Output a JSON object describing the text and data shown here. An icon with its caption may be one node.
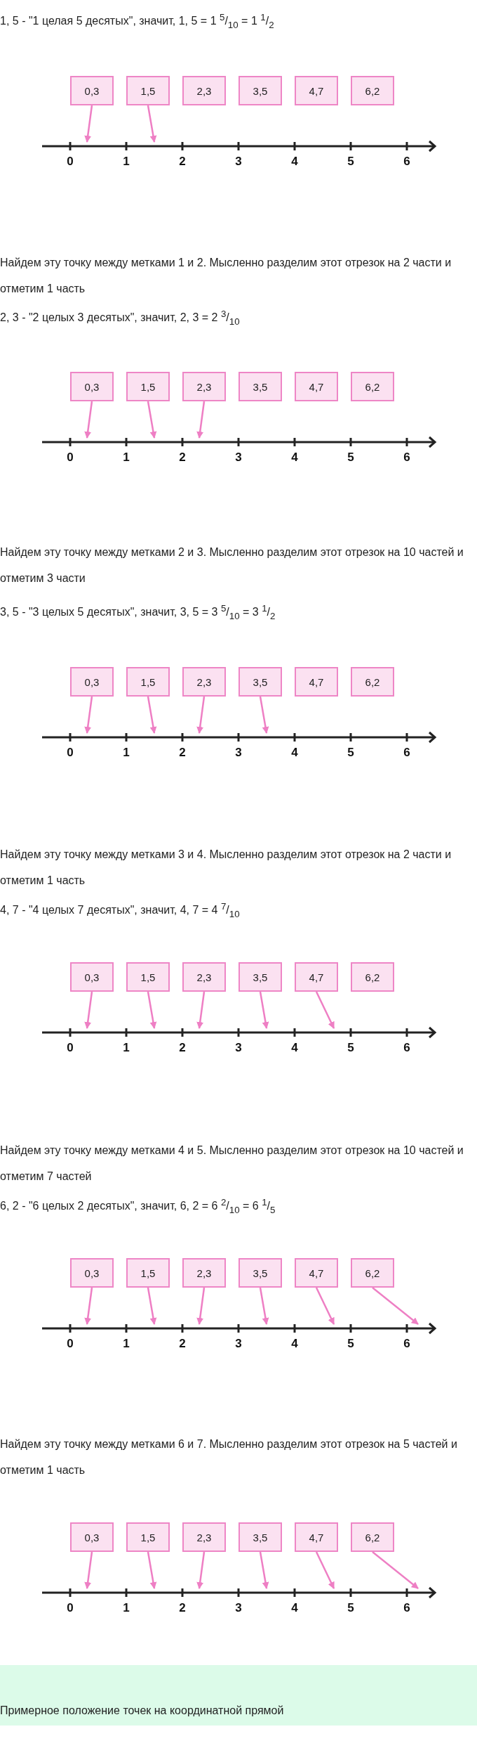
{
  "diagram": {
    "nodes": [
      {
        "text": [
          "0,3"
        ]
      },
      {
        "text": [
          "1,5"
        ]
      },
      {
        "text": [
          "2,3"
        ]
      },
      {
        "text": [
          "3,5"
        ]
      },
      {
        "text": [
          "4,7"
        ]
      },
      {
        "text": [
          "6,2"
        ]
      },
      {
        "text": [],
        "shape": "line",
        "beside": [
          "0",
          "1",
          "2",
          "3",
          "4",
          "5",
          "6"
        ]
      },
      {
        "text": [
          "0,3"
        ]
      },
      {
        "text": [
          "1,5"
        ]
      },
      {
        "text": [
          "2,3"
        ]
      },
      {
        "text": [
          "3,5"
        ]
      },
      {
        "text": [
          "4,7"
        ]
      },
      {
        "text": [
          "6,2"
        ]
      },
      {
        "text": [],
        "shape": "line",
        "beside": [
          "0",
          "1",
          "2",
          "3",
          "4",
          "5",
          "6"
        ]
      },
      {
        "text": [
          "0,3"
        ]
      },
      {
        "text": [
          "1,5"
        ]
      },
      {
        "text": [
          "2,3"
        ]
      },
      {
        "text": [
          "3,5"
        ]
      },
      {
        "text": [
          "4,7"
        ]
      },
      {
        "text": [
          "6,2"
        ]
      },
      {
        "text": [],
        "shape": "line",
        "beside": [
          "0",
          "1",
          "2",
          "3",
          "4",
          "5",
          "6"
        ]
      },
      {
        "text": [
          "0,3"
        ]
      },
      {
        "text": [
          "1,5"
        ]
      },
      {
        "text": [
          "2,3"
        ]
      },
      {
        "text": [
          "3,5"
        ]
      },
      {
        "text": [
          "4,7"
        ]
      },
      {
        "text": [
          "6,2"
        ]
      },
      {
        "text": [],
        "shape": "line",
        "beside": [
          "0",
          "1",
          "2",
          "3",
          "4",
          "5",
          "6"
        ]
      },
      {
        "text": [
          "0,3"
        ]
      },
      {
        "text": [
          "1,5"
        ]
      },
      {
        "text": [
          "2,3"
        ]
      },
      {
        "text": [
          "3,5"
        ]
      },
      {
        "text": [
          "4,7"
        ]
      },
      {
        "text": [
          "6,2"
        ]
      },
      {
        "text": [],
        "shape": "line",
        "beside": [
          "0",
          "1",
          "2",
          "3",
          "4",
          "5",
          "6"
        ]
      },
      {
        "text": [
          "0,3"
        ]
      },
      {
        "text": [
          "1,5"
        ]
      },
      {
        "text": [
          "2,3"
        ]
      },
      {
        "text": [
          "3,5"
        ]
      },
      {
        "text": [
          "4,7"
        ]
      },
      {
        "text": [
          "6,2"
        ]
      },
      {
        "text": [],
        "shape": "line",
        "beside": [
          "0",
          "1",
          "2",
          "3",
          "4",
          "5",
          "6"
        ]
      },
      {
        "text": [
          "Примерное положение точек на координатной прямой"
        ]
      }
    ],
    "edges": [
      {
        "from": 0,
        "to": 6,
        "arrow": "to"
      },
      {
        "from": 1,
        "to": 6,
        "arrow": "to"
      },
      {
        "from": 7,
        "to": 13,
        "arrow": "to"
      },
      {
        "from": 8,
        "to": 13,
        "arrow": "to"
      },
      {
        "from": 9,
        "to": 13,
        "arrow": "to"
      },
      {
        "from": 14,
        "to": 20,
        "arrow": "to"
      },
      {
        "from": 15,
        "to": 20,
        "arrow": "to"
      },
      {
        "from": 16,
        "to": 20,
        "arrow": "to"
      },
      {
        "from": 17,
        "to": 20,
        "arrow": "to"
      },
      {
        "from": 21,
        "to": 27,
        "arrow": "to"
      },
      {
        "from": 22,
        "to": 27,
        "arrow": "to"
      },
      {
        "from": 23,
        "to": 27,
        "arrow": "to"
      },
      {
        "from": 24,
        "to": 27,
        "arrow": "to"
      },
      {
        "from": 25,
        "to": 27,
        "arrow": "to"
      },
      {
        "from": 28,
        "to": 34,
        "arrow": "to"
      },
      {
        "from": 29,
        "to": 34,
        "arrow": "to"
      },
      {
        "from": 30,
        "to": 34,
        "arrow": "to"
      },
      {
        "from": 31,
        "to": 34,
        "arrow": "to"
      },
      {
        "from": 32,
        "to": 34,
        "arrow": "to"
      },
      {
        "from": 33,
        "to": 34,
        "arrow": "to"
      },
      {
        "from": 35,
        "to": 41,
        "arrow": "to"
      },
      {
        "from": 36,
        "to": 41,
        "arrow": "to"
      },
      {
        "from": 37,
        "to": 41,
        "arrow": "to"
      },
      {
        "from": 38,
        "to": 41,
        "arrow": "to"
      },
      {
        "from": 39,
        "to": 41,
        "arrow": "to"
      },
      {
        "from": 40,
        "to": 41,
        "arrow": "to"
      }
    ],
    "labels": [
      "1, 5 - \"1 целая 5 десятых\", значит, 1, 5 = 1 $^{5}$/$_{10}$ = 1 $^{1}$/$_{2}$",
      "Найдем эту точку между метками 1 и 2. Мысленно разделим этот отрезок на 2 части и отметим 1 часть",
      "2, 3 - \"2 целых 3 десятых\", значит, 2, 3 = 2 $^{3}$/$_{10}$",
      "Найдем эту точку между метками 2 и 3. Мысленно разделим этот отрезок на 10 частей и отметим 3 части",
      "3, 5 - \"3 целых 5 десятых\", значит, 3, 5 = 3 $^{5}$/$_{10}$ = 3 $^{1}$/$_{2}$",
      "Найдем эту точку между метками 3 и 4. Мысленно разделим этот отрезок на 2 части и отметим 1 часть",
      "4, 7 - \"4 целых 7 десятых\", значит, 4, 7 = 4 $^{7}$/$_{10}$",
      "Найдем эту точку между метками 4 и 5. Мысленно разделим этот отрезок на 10 частей и отметим 7 частей",
      "6, 2 - \"6 целых 2 десятых\", значит, 6, 2 = 6 $^{2}$/$_{10}$ = 6 $^{1}$/$_{5}$",
      "Найдем эту точку между метками 6 и 7. Мысленно разделим этот отрезок на 5 частей и отметим 1 часть"
    ]
  }
}
